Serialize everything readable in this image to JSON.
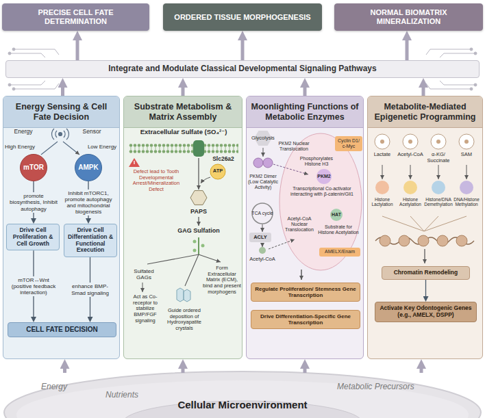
{
  "diagram": {
    "nodes": [
      {
        "text": [
          "PRECISE CELL FATE DETERMINATION"
        ]
      },
      {
        "text": [
          "ORDERED TISSUE MORPHOGENESIS"
        ]
      },
      {
        "text": [
          "NORMAL BIOMATRIX MINERALIZATION"
        ]
      },
      {
        "text": [
          "Integrate and Modulate Classical Developmental Signaling Pathways"
        ]
      },
      {
        "text": [
          "Energy Sensing & Cell Fate Decision"
        ]
      },
      {
        "text": [
          "mTOR"
        ],
        "in": 4
      },
      {
        "text": [
          "AMPK"
        ],
        "in": 4
      },
      {
        "text": [
          "Drive Cell Proliferation & Cell Growth"
        ],
        "in": 4
      },
      {
        "text": [
          "Drive Cell Differentiation & Functional Execution"
        ],
        "in": 4
      },
      {
        "text": [
          "CELL FATE DECISION"
        ],
        "in": 4
      },
      {
        "text": [
          "Substrate Metabolism & Matrix Assembly"
        ]
      },
      {
        "text": [
          "Moonlighting Functions of Metabolic Enzymes"
        ]
      },
      {
        "text": [
          "Regulate Proliferation/ Stemness Gene Transcription"
        ],
        "in": 11
      },
      {
        "text": [
          "Drive Differentiation-Specific Gene Transcription"
        ],
        "in": 11
      },
      {
        "text": [
          "Metabolite-Mediated Epigenetic Programming"
        ]
      },
      {
        "text": [
          "Chromatin Remodeling"
        ],
        "in": 14
      },
      {
        "text": [
          "Activate Key Odontogenic Genes (e.g., AMELX, DSPP)"
        ],
        "in": 14
      },
      {
        "text": [
          "Energy",
          "Nutrients",
          "Metabolic Precursors",
          "Cellular Microenvironment"
        ]
      }
    ],
    "edges": [
      {
        "from": 3,
        "to": 0,
        "arrow": "to"
      },
      {
        "from": 3,
        "to": 1,
        "arrow": "to"
      },
      {
        "from": 3,
        "to": 2,
        "arrow": "to"
      },
      {
        "from": 4,
        "to": 3,
        "arrow": "to"
      },
      {
        "from": 10,
        "to": 3,
        "arrow": "to"
      },
      {
        "from": 11,
        "to": 3,
        "arrow": "to"
      },
      {
        "from": 14,
        "to": 3,
        "arrow": "to"
      },
      {
        "from": 17,
        "to": 4,
        "arrow": "to"
      },
      {
        "from": 17,
        "to": 10,
        "arrow": "to"
      },
      {
        "from": 17,
        "to": 11,
        "arrow": "to"
      },
      {
        "from": 17,
        "to": 14,
        "arrow": "to"
      },
      {
        "from": 5,
        "to": 7,
        "arrow": "to",
        "label": "promote biosynthesis, Inhibit autophagy"
      },
      {
        "from": 6,
        "to": 8,
        "arrow": "to",
        "label": "Inhibit mTORC1, promote autophagy and mitochondrial biogenesis"
      },
      {
        "from": 7,
        "to": 9,
        "arrow": "to",
        "label": "mTOR↔Wnt (positive feedback interaction)"
      },
      {
        "from": 8,
        "to": 9,
        "arrow": "to",
        "label": "enhance BMP-Smad signaling"
      },
      {
        "from": 15,
        "to": 16,
        "arrow": "to"
      }
    ],
    "labels": [
      "Energy",
      "Sensor",
      "High Energy",
      "Low Energy",
      "Extracellular Sulfate (SO₄²⁻)",
      "Slc26a2",
      "Defect lead to Tooth Developmental Arrest/Mineralization Defect",
      "ATP",
      "PAPS",
      "GAG Sulfation",
      "Sulfated GAGs",
      "Act as Co-receptor to stabilize BMP/FGF signaling",
      "Form Extracellular Matrix (ECM), bind and present morphogens",
      "Guide ordered deposition of Hydroxyapatite crystals",
      "Glycolysis",
      "PKM2 Dimer (Low Catalytic Activity)",
      "PKM2 Nuclear Translocation",
      "Phosphorylates Histone H3",
      "Cyclin D1/ c-Myc",
      "PKM2",
      "Transcriptional Co-activator interacting with β-catenin/Gli1",
      "TCA cycle",
      "ACLY",
      "Acetyl-CoA",
      "Acetyl-CoA Nuclear Translocation",
      "HAT",
      "Substrate for Histone Acetylation",
      "AMELX/Enam",
      "Lactate",
      "Acetyl-CoA",
      "α-KG/ Succinate",
      "SAM",
      "Histone Lactylation",
      "Histone Acetylation",
      "Histone/DNA Demethylation",
      "DNA/Histone Methylation"
    ]
  }
}
